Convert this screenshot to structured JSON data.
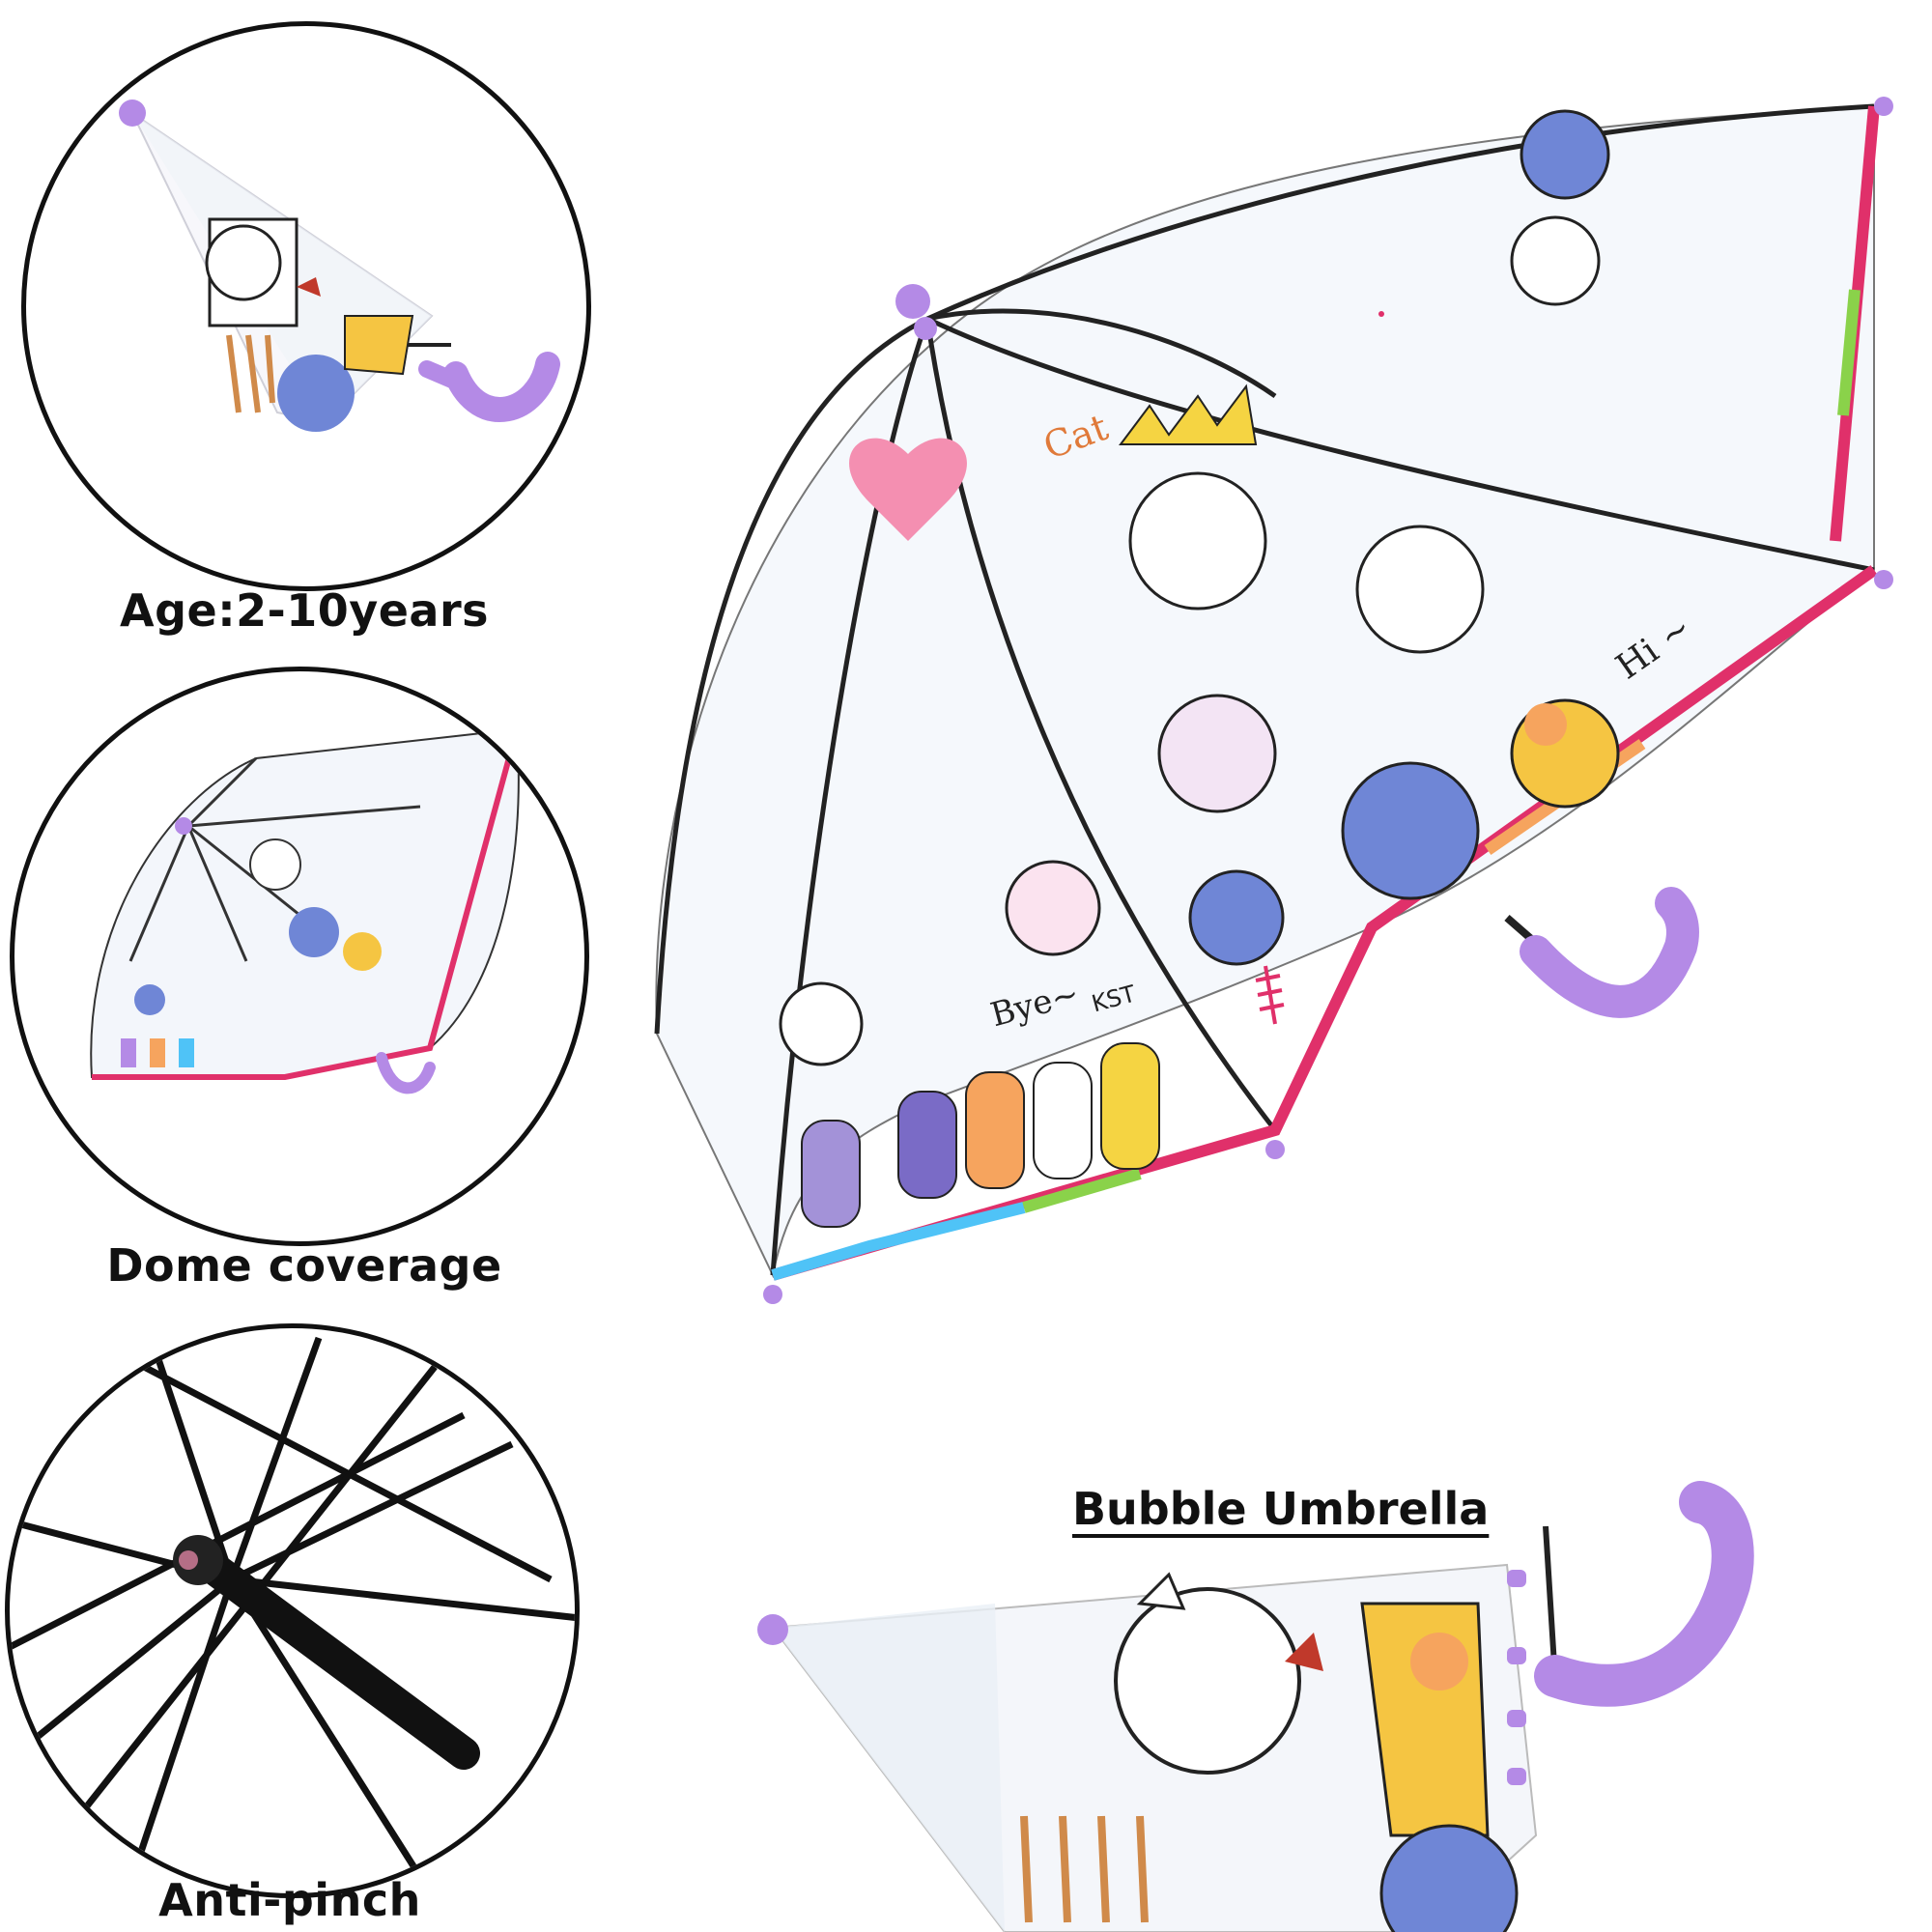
{
  "captions": {
    "age": "Age:2-10years",
    "dome": "Dome coverage",
    "pinch": "Anti-pinch",
    "bubble": "Bubble Umbrella"
  },
  "canopy_text": {
    "hi": "Hi ~",
    "bye": "Bye~",
    "kst": "KST",
    "cat": "Cat"
  },
  "colors": {
    "handle": "#b48ae6",
    "tip": "#b48ae6",
    "rib": "#222222",
    "trim": [
      "#e0306a",
      "#8ad24a",
      "#f6a45e",
      "#4fc3f7",
      "#f48fb1"
    ]
  }
}
